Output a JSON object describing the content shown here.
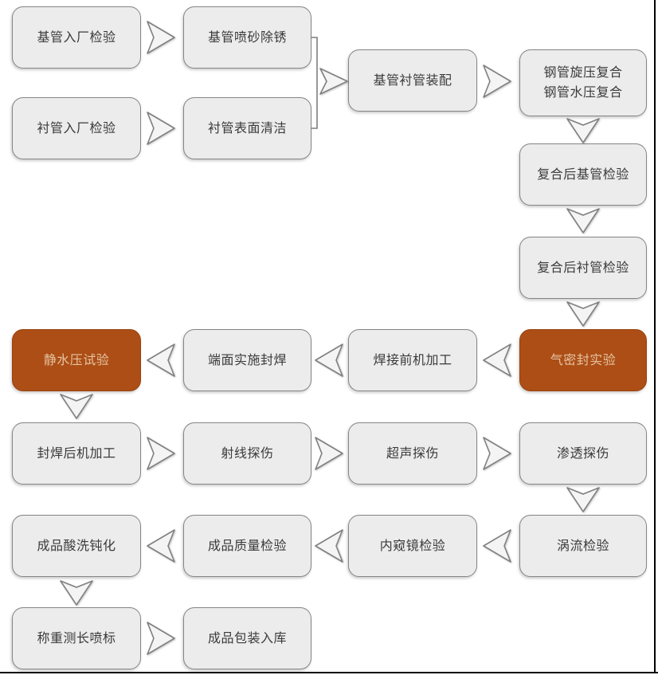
{
  "flowchart": {
    "type": "process-flow-diagram",
    "nodes": [
      {
        "label": "基管入厂检验",
        "highlight": false
      },
      {
        "label": "基管喷砂除锈",
        "highlight": false
      },
      {
        "label": "衬管入厂检验",
        "highlight": false
      },
      {
        "label": "衬管表面清洁",
        "highlight": false
      },
      {
        "label": "基管衬管装配",
        "highlight": false
      },
      {
        "lines": [
          "钢管旋压复合",
          "钢管水压复合"
        ],
        "highlight": false
      },
      {
        "label": "复合后基管检验",
        "highlight": false
      },
      {
        "label": "复合后衬管检验",
        "highlight": false
      },
      {
        "label": "气密封实验",
        "highlight": true
      },
      {
        "label": "焊接前机加工",
        "highlight": false
      },
      {
        "label": "端面实施封焊",
        "highlight": false
      },
      {
        "label": "静水压试验",
        "highlight": true
      },
      {
        "label": "封焊后机加工",
        "highlight": false
      },
      {
        "label": "射线探伤",
        "highlight": false
      },
      {
        "label": "超声探伤",
        "highlight": false
      },
      {
        "label": "渗透探伤",
        "highlight": false
      },
      {
        "label": "涡流检验",
        "highlight": false
      },
      {
        "label": "内窥镜检验",
        "highlight": false
      },
      {
        "label": "成品质量检验",
        "highlight": false
      },
      {
        "label": "成品酸洗钝化",
        "highlight": false
      },
      {
        "label": "称重测长喷标",
        "highlight": false
      },
      {
        "label": "成品包装入库",
        "highlight": false
      }
    ],
    "edges": [
      [
        0,
        1
      ],
      [
        2,
        3
      ],
      [
        1,
        4
      ],
      [
        3,
        4
      ],
      [
        4,
        5
      ],
      [
        5,
        6
      ],
      [
        6,
        7
      ],
      [
        7,
        8
      ],
      [
        8,
        9
      ],
      [
        9,
        10
      ],
      [
        10,
        11
      ],
      [
        11,
        12
      ],
      [
        12,
        13
      ],
      [
        13,
        14
      ],
      [
        14,
        15
      ],
      [
        15,
        16
      ],
      [
        16,
        17
      ],
      [
        17,
        18
      ],
      [
        18,
        19
      ],
      [
        19,
        20
      ],
      [
        20,
        21
      ]
    ],
    "colors": {
      "box_fill": "#ececec",
      "box_border": "#858585",
      "text": "#3a3a3a",
      "highlight_fill": "#ac4e15",
      "highlight_border": "#99430f",
      "highlight_text": "#e6c3a2",
      "arrow_fill": "#f4f4f4",
      "arrow_outline": "#808080",
      "frame_line": "#000000"
    }
  }
}
